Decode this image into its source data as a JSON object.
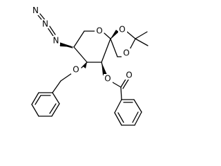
{
  "atom_labels": {
    "azide_n1": "N",
    "azide_n2": "N",
    "azide_n3": "N",
    "ring_o": "O",
    "dioxolane_o1": "O",
    "dioxolane_o2": "O",
    "benzyl_ether_o": "O",
    "ester_o": "O",
    "carbonyl_o": "O"
  },
  "colors": {
    "ink": "#000000",
    "background": "#ffffff"
  }
}
